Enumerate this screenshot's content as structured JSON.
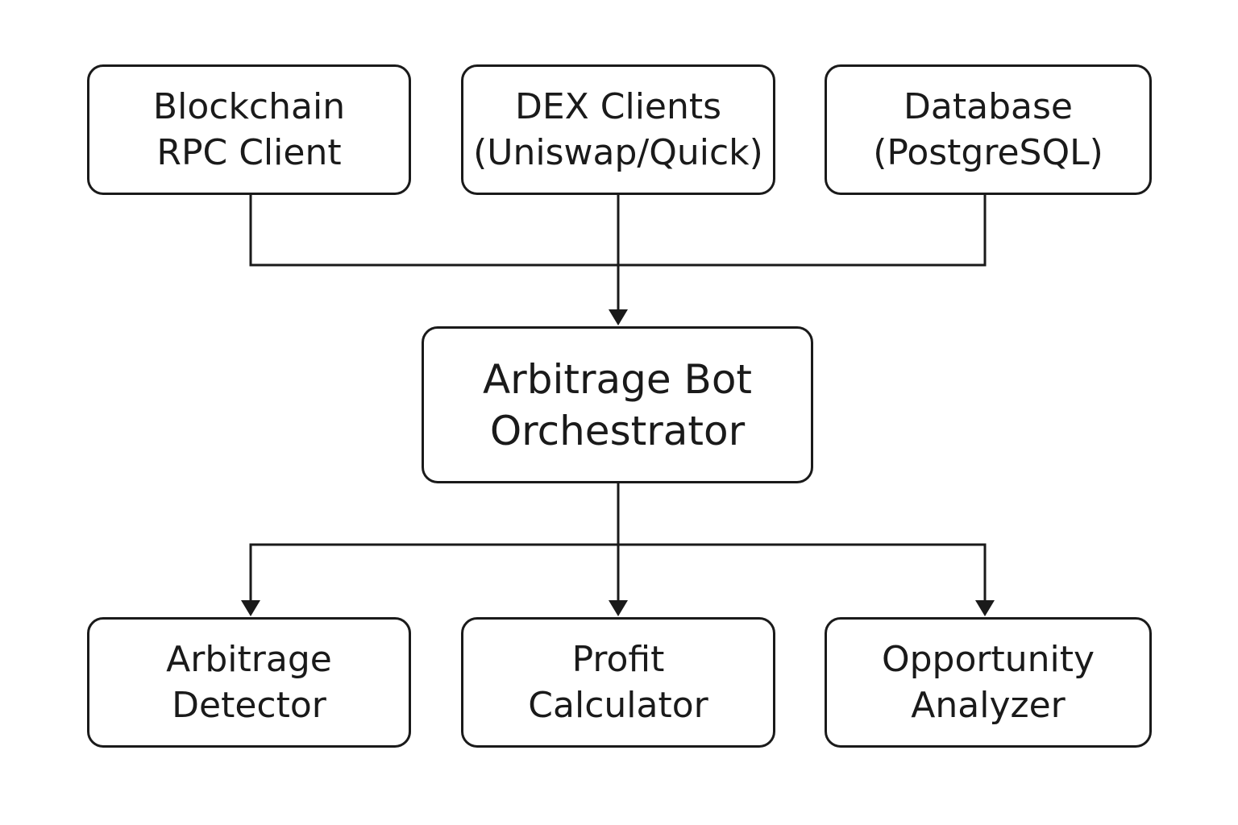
{
  "diagram": {
    "inputs": {
      "blockchain": {
        "lines": [
          "Blockchain",
          "RPC Client"
        ]
      },
      "dex": {
        "lines": [
          "DEX Clients",
          "(Uniswap/Quick)"
        ]
      },
      "database": {
        "lines": [
          "Database",
          "(PostgreSQL)"
        ]
      }
    },
    "core": {
      "orchestrator": {
        "lines": [
          "Arbitrage Bot",
          "Orchestrator"
        ]
      }
    },
    "outputs": {
      "detector": {
        "lines": [
          "Arbitrage",
          "Detector"
        ]
      },
      "profit": {
        "lines": [
          "Profit",
          "Calculator"
        ]
      },
      "analyzer": {
        "lines": [
          "Opportunity",
          "Analyzer"
        ]
      }
    },
    "edges": [
      {
        "from": "Blockchain RPC Client",
        "to": "Arbitrage Bot Orchestrator"
      },
      {
        "from": "DEX Clients (Uniswap/Quick)",
        "to": "Arbitrage Bot Orchestrator"
      },
      {
        "from": "Database (PostgreSQL)",
        "to": "Arbitrage Bot Orchestrator"
      },
      {
        "from": "Arbitrage Bot Orchestrator",
        "to": "Arbitrage Detector"
      },
      {
        "from": "Arbitrage Bot Orchestrator",
        "to": "Profit Calculator"
      },
      {
        "from": "Arbitrage Bot Orchestrator",
        "to": "Opportunity Analyzer"
      }
    ],
    "colors": {
      "stroke": "#1a1a1a",
      "background": "#ffffff",
      "text": "#1a1a1a"
    }
  }
}
